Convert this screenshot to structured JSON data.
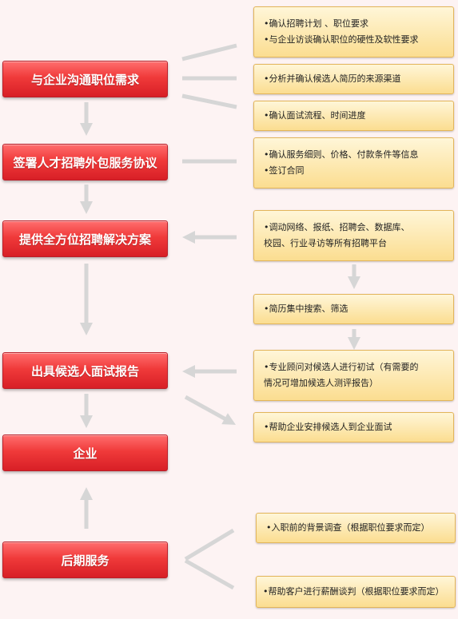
{
  "steps": [
    {
      "label": "与企业沟通职位需求"
    },
    {
      "label": "签署人才招聘外包服务协议"
    },
    {
      "label": "提供全方位招聘解决方案"
    },
    {
      "label": "出具候选人面试报告"
    },
    {
      "label": "企业"
    },
    {
      "label": "后期服务"
    }
  ],
  "notes": [
    {
      "lines": [
        "•确认招聘计划 、职位要求",
        "•与企业访谈确认职位的硬性及软性要求"
      ]
    },
    {
      "lines": [
        "•分析并确认候选人简历的来源渠道"
      ]
    },
    {
      "lines": [
        "•确认面试流程、时间进度"
      ]
    },
    {
      "lines": [
        "•确认服务细则、价格、付款条件等信息",
        "•签订合同"
      ]
    },
    {
      "lines": [
        "•调动网络、报纸、招聘会、数据库、",
        "校园、行业寻访等所有招聘平台"
      ]
    },
    {
      "lines": [
        "•简历集中搜索、筛选"
      ]
    },
    {
      "lines": [
        "•专业顾问对候选人进行初试（有需要的",
        "情况可增加候选人测评报告）"
      ]
    },
    {
      "lines": [
        "•帮助企业安排候选人到企业面试"
      ]
    },
    {
      "lines": [
        "•入职前的背景调查（根据职位要求而定）"
      ]
    },
    {
      "lines": [
        "•帮助客户进行薪酬谈判（根据职位要求而定）"
      ]
    }
  ],
  "colors": {
    "step_fill": "#e8282e",
    "note_fill": "#fbdd90",
    "arrow": "#d6d6d6",
    "background": "#fdf3f3"
  }
}
